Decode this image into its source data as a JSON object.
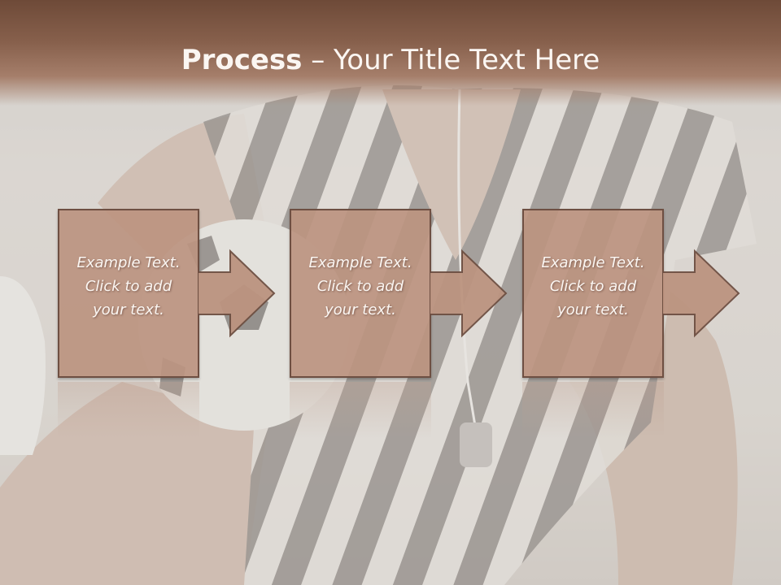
{
  "slide": {
    "title_bold": "Process",
    "title_rest": " – Your Title Text Here"
  },
  "steps": [
    {
      "line1": "Example Text.",
      "line2": "Click  to add",
      "line3": "your text."
    },
    {
      "line1": "Example Text.",
      "line2": "Click  to add",
      "line3": "your text."
    },
    {
      "line1": "Example Text.",
      "line2": "Click  to add",
      "line3": "your text."
    }
  ],
  "colors": {
    "title_bar": "#87604c",
    "box_fill": "#bc9480",
    "box_border": "#6e4f42",
    "text": "#fbf6f2"
  },
  "icons": [
    "right-arrow-icon"
  ]
}
